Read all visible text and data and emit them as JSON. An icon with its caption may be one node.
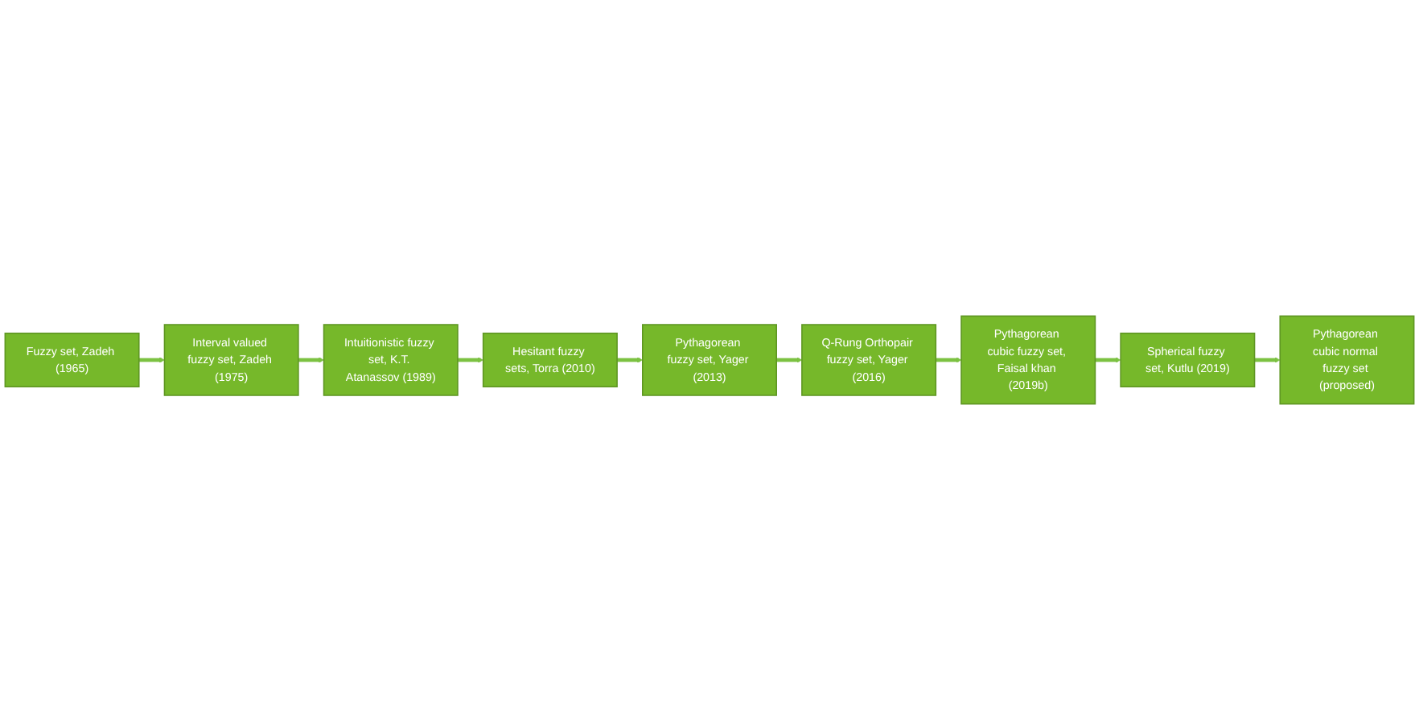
{
  "diagram": {
    "nodes": [
      {
        "text": [
          "Fuzzy set, Zadeh (1965)"
        ]
      },
      {
        "text": [
          "Interval valued fuzzy set, Zadeh (1975)"
        ]
      },
      {
        "text": [
          "Intuitionistic fuzzy set, K.T. Atanassov (1989)"
        ]
      },
      {
        "text": [
          "Hesitant fuzzy sets, Torra (2010)"
        ]
      },
      {
        "text": [
          "Pythagorean fuzzy set, Yager (2013)"
        ]
      },
      {
        "text": [
          "Q-Rung Orthopair fuzzy set, Yager (2016)"
        ]
      },
      {
        "text": [
          "Pythagorean cubic fuzzy set, Faisal khan (2019b)"
        ]
      },
      {
        "text": [
          "Spherical fuzzy set, Kutlu (2019)"
        ]
      },
      {
        "text": [
          "Pythagorean cubic normal fuzzy set (proposed)"
        ]
      }
    ],
    "edges": [
      {
        "from": 0,
        "to": 1,
        "arrow": "to"
      },
      {
        "from": 1,
        "to": 2,
        "arrow": "to"
      },
      {
        "from": 2,
        "to": 3,
        "arrow": "to"
      },
      {
        "from": 3,
        "to": 4,
        "arrow": "to"
      },
      {
        "from": 4,
        "to": 5,
        "arrow": "to"
      },
      {
        "from": 5,
        "to": 6,
        "arrow": "to"
      },
      {
        "from": 6,
        "to": 7,
        "arrow": "to"
      },
      {
        "from": 7,
        "to": 8,
        "arrow": "to"
      }
    ]
  }
}
